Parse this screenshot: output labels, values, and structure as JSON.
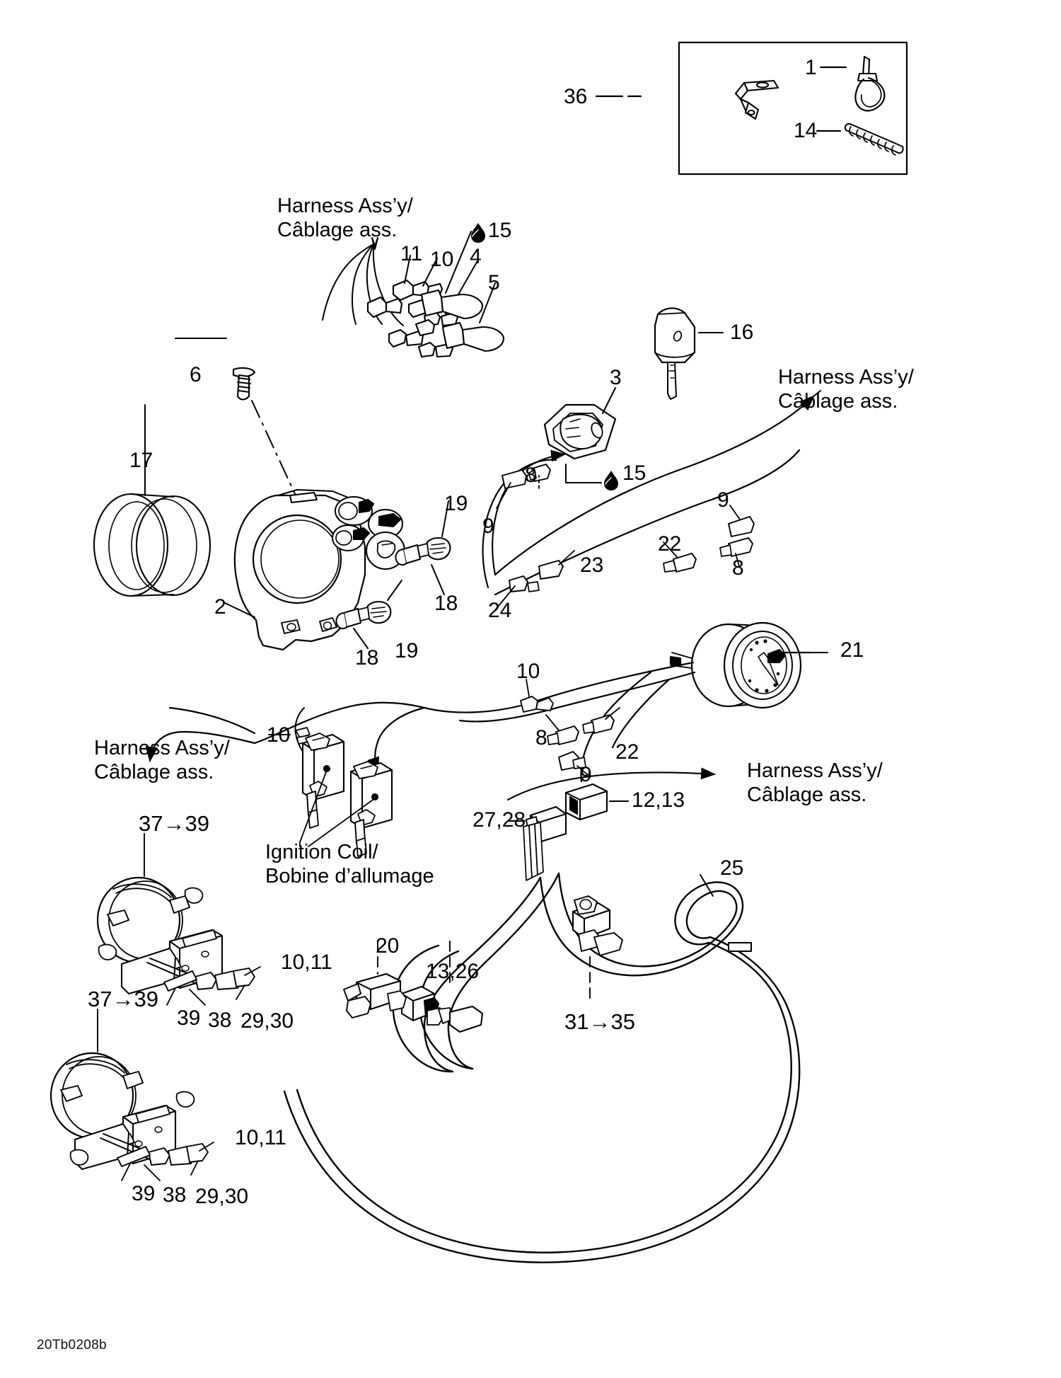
{
  "figure": {
    "code": "20Tb0208b",
    "type": "exploded-parts-diagram",
    "subject": "Electrical system / harness assembly"
  },
  "captions": {
    "harness_top": "Harness Ass’y/\nCâblage ass.",
    "harness_right": "Harness Ass’y/\nCâblage ass.",
    "harness_left": "Harness Ass’y/\nCâblage ass.",
    "harness_bottom_right": "Harness Ass’y/\nCâblage ass.",
    "ignition_coil": "Ignition Coil/\nBobine d’allumage",
    "harness_line1": "Harness Ass’y/",
    "harness_line2": "Câblage ass.",
    "coil_line1": "Ignition Coil/",
    "coil_line2": "Bobine d’allumage"
  },
  "inset": {
    "callouts": [
      {
        "id": "inset-36",
        "text": "36"
      },
      {
        "id": "inset-1",
        "text": "1"
      },
      {
        "id": "inset-14",
        "text": "14"
      }
    ]
  },
  "callouts": [
    {
      "id": "c-15a",
      "text": "15"
    },
    {
      "id": "c-11",
      "text": "11"
    },
    {
      "id": "c-10a",
      "text": "10"
    },
    {
      "id": "c-4",
      "text": "4"
    },
    {
      "id": "c-5",
      "text": "5"
    },
    {
      "id": "c-6",
      "text": "6"
    },
    {
      "id": "c-17",
      "text": "17"
    },
    {
      "id": "c-2",
      "text": "2"
    },
    {
      "id": "c-3",
      "text": "3"
    },
    {
      "id": "c-16",
      "text": "16"
    },
    {
      "id": "c-15b",
      "text": "15"
    },
    {
      "id": "c-8a",
      "text": "8"
    },
    {
      "id": "c-9a",
      "text": "9"
    },
    {
      "id": "c-9b",
      "text": "9"
    },
    {
      "id": "c-8b",
      "text": "8"
    },
    {
      "id": "c-19a",
      "text": "19"
    },
    {
      "id": "c-18a",
      "text": "18"
    },
    {
      "id": "c-19b",
      "text": "19"
    },
    {
      "id": "c-18b",
      "text": "18"
    },
    {
      "id": "c-22a",
      "text": "22"
    },
    {
      "id": "c-23",
      "text": "23"
    },
    {
      "id": "c-24",
      "text": "24"
    },
    {
      "id": "c-21",
      "text": "21"
    },
    {
      "id": "c-10b",
      "text": "10"
    },
    {
      "id": "c-10c",
      "text": "10"
    },
    {
      "id": "c-8c",
      "text": "8"
    },
    {
      "id": "c-22b",
      "text": "22"
    },
    {
      "id": "c-9c",
      "text": "9"
    },
    {
      "id": "c-12-13",
      "text": "12,13"
    },
    {
      "id": "c-27-28",
      "text": "27,28"
    },
    {
      "id": "c-25",
      "text": "25"
    },
    {
      "id": "c-37-39a",
      "text": "37→39"
    },
    {
      "id": "c-37-39b",
      "text": "37→39"
    },
    {
      "id": "c-10-11a",
      "text": "10,11"
    },
    {
      "id": "c-10-11b",
      "text": "10,11"
    },
    {
      "id": "c-39a",
      "text": "39"
    },
    {
      "id": "c-38a",
      "text": "38"
    },
    {
      "id": "c-29-30a",
      "text": "29,30"
    },
    {
      "id": "c-39b",
      "text": "39"
    },
    {
      "id": "c-38b",
      "text": "38"
    },
    {
      "id": "c-29-30b",
      "text": "29,30"
    },
    {
      "id": "c-20",
      "text": "20"
    },
    {
      "id": "c-13-26",
      "text": "13,26"
    },
    {
      "id": "c-31-35",
      "text": "31→35"
    }
  ]
}
